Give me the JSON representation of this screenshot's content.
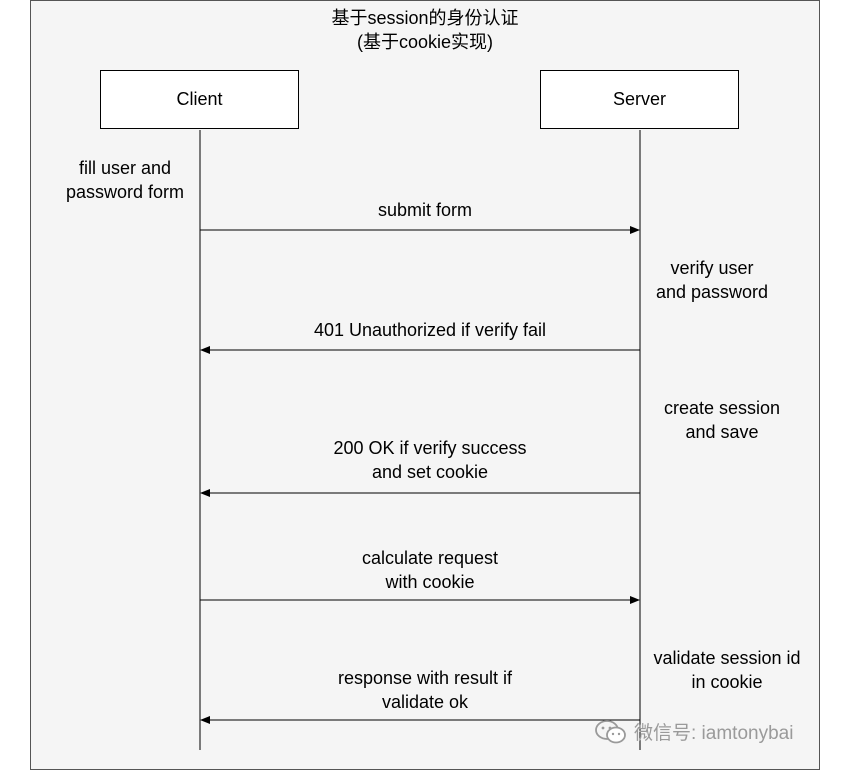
{
  "title": {
    "line1": "基于session的身份认证",
    "line2": "(基于cookie实现)"
  },
  "actors": {
    "client": "Client",
    "server": "Server"
  },
  "notes": {
    "client_fill": [
      "fill user and",
      "password form"
    ],
    "server_verify": [
      "verify user",
      "and password"
    ],
    "server_create": [
      "create session",
      " and save"
    ],
    "server_validate": [
      "validate session id",
      " in cookie"
    ]
  },
  "messages": {
    "submit": [
      "submit form"
    ],
    "unauthorized": [
      "401 Unauthorized if verify fail"
    ],
    "ok": [
      "200 OK if verify success",
      "and set cookie"
    ],
    "calculate": [
      "calculate request",
      "with cookie"
    ],
    "response": [
      "response with result if",
      "validate ok"
    ]
  },
  "watermark": {
    "icon": "wechat-icon",
    "text": "微信号: iamtonybai"
  }
}
